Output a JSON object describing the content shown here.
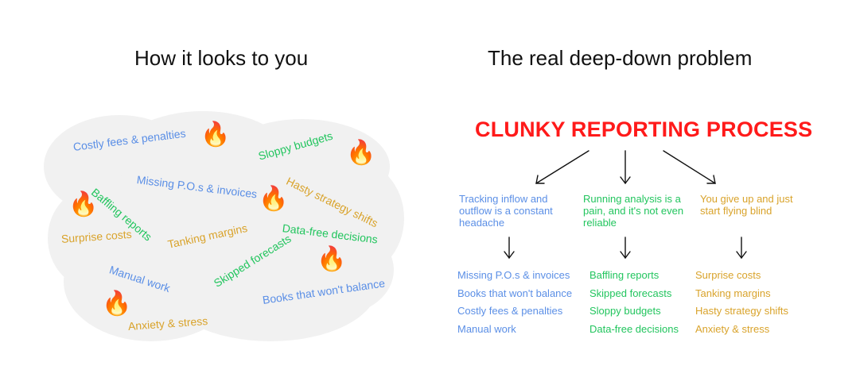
{
  "left_heading": "How it looks to you",
  "right_heading": "The real deep-down problem",
  "cloud_words": [
    {
      "text": "Costly fees & penalties",
      "color": "#5b8fe6"
    },
    {
      "text": "Missing P.O.s & invoices",
      "color": "#5b8fe6"
    },
    {
      "text": "Sloppy budgets",
      "color": "#22c55e"
    },
    {
      "text": "Hasty strategy shifts",
      "color": "#d9a32b"
    },
    {
      "text": "Baffling reports",
      "color": "#22c55e"
    },
    {
      "text": "Data-free decisions",
      "color": "#22c55e"
    },
    {
      "text": "Surprise costs",
      "color": "#d9a32b"
    },
    {
      "text": "Tanking margins",
      "color": "#d9a32b"
    },
    {
      "text": "Skipped forecasts",
      "color": "#22c55e"
    },
    {
      "text": "Manual work",
      "color": "#5b8fe6"
    },
    {
      "text": "Books that won't balance",
      "color": "#5b8fe6"
    },
    {
      "text": "Anxiety & stress",
      "color": "#d9a32b"
    }
  ],
  "fire_icon": "🔥",
  "problem_title": "CLUNKY REPORTING PROCESS",
  "causes": [
    "Tracking inflow and outflow is a constant headache",
    "Running analysis is a pain, and it's not even reliable",
    "You give up and just start flying blind"
  ],
  "symptom_lists": [
    [
      "Missing P.O.s & invoices",
      "Books that won't balance",
      "Costly fees & penalties",
      "Manual work"
    ],
    [
      "Baffling reports",
      "Skipped forecasts",
      "Sloppy budgets",
      "Data-free decisions"
    ],
    [
      "Surprise costs",
      "Tanking margins",
      "Hasty strategy shifts",
      "Anxiety & stress"
    ]
  ],
  "colors": {
    "blue": "#5b8fe6",
    "green": "#22c55e",
    "gold": "#d9a32b",
    "red": "#ff1a1a",
    "cloud": "#f1f1f1"
  }
}
